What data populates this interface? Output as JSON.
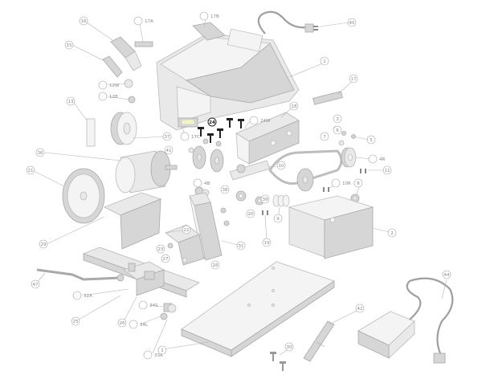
{
  "callouts": [
    {
      "id": "c16",
      "label": "16"
    },
    {
      "id": "c17A",
      "label": "17A"
    },
    {
      "id": "c17B",
      "label": "17B"
    },
    {
      "id": "c40",
      "label": "40"
    },
    {
      "id": "c15",
      "label": "15"
    },
    {
      "id": "c1",
      "label": "1"
    },
    {
      "id": "c12W",
      "label": "12W"
    },
    {
      "id": "c12B",
      "label": "12B"
    },
    {
      "id": "c13",
      "label": "13"
    },
    {
      "id": "c17",
      "label": "17"
    },
    {
      "id": "c18",
      "label": "18"
    },
    {
      "id": "c24",
      "label": "24"
    },
    {
      "id": "c24W",
      "label": "24W"
    },
    {
      "id": "c17C",
      "label": "17C"
    },
    {
      "id": "c3",
      "label": "3"
    },
    {
      "id": "c5",
      "label": "5"
    },
    {
      "id": "c6",
      "label": "6"
    },
    {
      "id": "c4R",
      "label": "4R"
    },
    {
      "id": "c36",
      "label": "36"
    },
    {
      "id": "c37",
      "label": "37"
    },
    {
      "id": "c21",
      "label": "21"
    },
    {
      "id": "c10",
      "label": "10"
    },
    {
      "id": "c11",
      "label": "11"
    },
    {
      "id": "c41",
      "label": "41"
    },
    {
      "id": "c4B",
      "label": "4B"
    },
    {
      "id": "c38",
      "label": "38"
    },
    {
      "id": "c39",
      "label": "39"
    },
    {
      "id": "c8",
      "label": "8"
    },
    {
      "id": "c10R",
      "label": "10R"
    },
    {
      "id": "c9",
      "label": "9"
    },
    {
      "id": "c2",
      "label": "2"
    },
    {
      "id": "c22",
      "label": "22"
    },
    {
      "id": "c20",
      "label": "20"
    },
    {
      "id": "c23",
      "label": "23"
    },
    {
      "id": "c27",
      "label": "27"
    },
    {
      "id": "c28",
      "label": "28"
    },
    {
      "id": "c31",
      "label": "31"
    },
    {
      "id": "c19",
      "label": "19"
    },
    {
      "id": "c29",
      "label": "29"
    },
    {
      "id": "c47",
      "label": "47"
    },
    {
      "id": "c32A",
      "label": "32A"
    },
    {
      "id": "c25",
      "label": "25"
    },
    {
      "id": "c26",
      "label": "26"
    },
    {
      "id": "c34S",
      "label": "34S"
    },
    {
      "id": "c34L",
      "label": "34L"
    },
    {
      "id": "c33A",
      "label": "33A"
    },
    {
      "id": "c44",
      "label": "44"
    },
    {
      "id": "c42",
      "label": "42"
    },
    {
      "id": "c7",
      "label": "7"
    },
    {
      "id": "c30",
      "label": "30"
    }
  ],
  "highlighted_callout": "24"
}
